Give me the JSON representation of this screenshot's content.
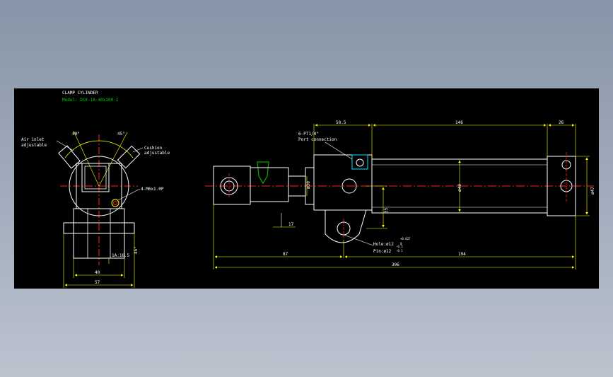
{
  "colors": {
    "background_top": "#8795a8",
    "canvas": "#000000",
    "outline": "#ffffff",
    "dimension": "#ffff00",
    "centerline": "#ff2020",
    "green": "#00cc00",
    "cyan": "#00e5ff"
  },
  "title": {
    "name": "CLAMP CYLINDER",
    "model": "Model: DCK-1A-40x100-I"
  },
  "left_view": {
    "angle_left": "40°",
    "angle_right": "45°",
    "air_inlet_line1": "Air inlet",
    "air_inlet_line2": "adjustable",
    "cushion_line1": "Cushion",
    "cushion_line2": "adjustable",
    "thread_callout": "4-M6x1.0P",
    "dim_1a": "1A:16.5",
    "dim_45": "45°",
    "dim_40": "40",
    "dim_57": "57"
  },
  "right_view": {
    "port_line1": "6-PT1/4\"",
    "port_line2": "Port connection",
    "dim_50_5": "50.5",
    "dim_146": "146",
    "dim_26": "26",
    "dim_phi30": "ø30",
    "dim_phi40": "ø40",
    "dim_phi47": "ø47",
    "dim_35": "35",
    "dim_17": "17",
    "hole_label": "Hole:ø12",
    "hole_tol_top": "+0.027",
    "hole_tol_bottom": "0",
    "pin_label": "Pin:ø12",
    "pin_tol_top": "-0.5",
    "pin_tol_bottom": "-0.1",
    "dim_87": "87",
    "dim_194": "194",
    "dim_306": "306"
  }
}
